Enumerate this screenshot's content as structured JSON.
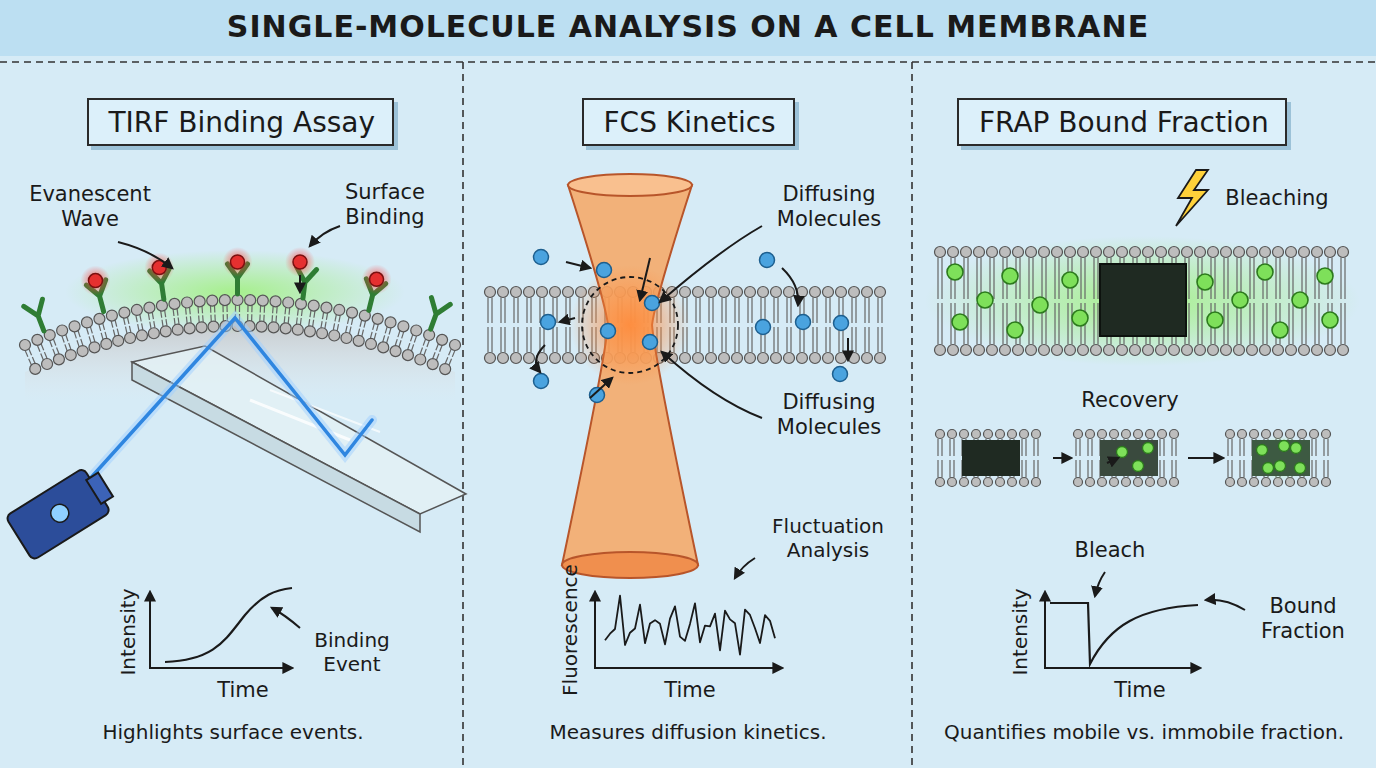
{
  "diagram": {
    "title": "SINGLE-MOLECULE ANALYSIS ON A CELL MEMBRANE",
    "nodes": [
      {
        "text": [
          "TIRF Binding Assay"
        ]
      },
      {
        "text": [
          "FCS Kinetics"
        ]
      },
      {
        "text": [
          "FRAP Bound Fraction"
        ]
      }
    ],
    "labels": [
      "Evanescent Wave",
      "Surface Binding",
      "Intensity",
      "Time",
      "Binding Event",
      "Highlights surface events.",
      "Diffusing Molecules",
      "Diffusing Molecules",
      "Fluorescence",
      "Time",
      "Fluctuation Analysis",
      "Measures diffusion kinetics.",
      "Bleaching",
      "Recovery",
      "Bleach",
      "Bound Fraction",
      "Intensity",
      "Time",
      "Quantifies mobile vs. immobile fraction."
    ]
  }
}
